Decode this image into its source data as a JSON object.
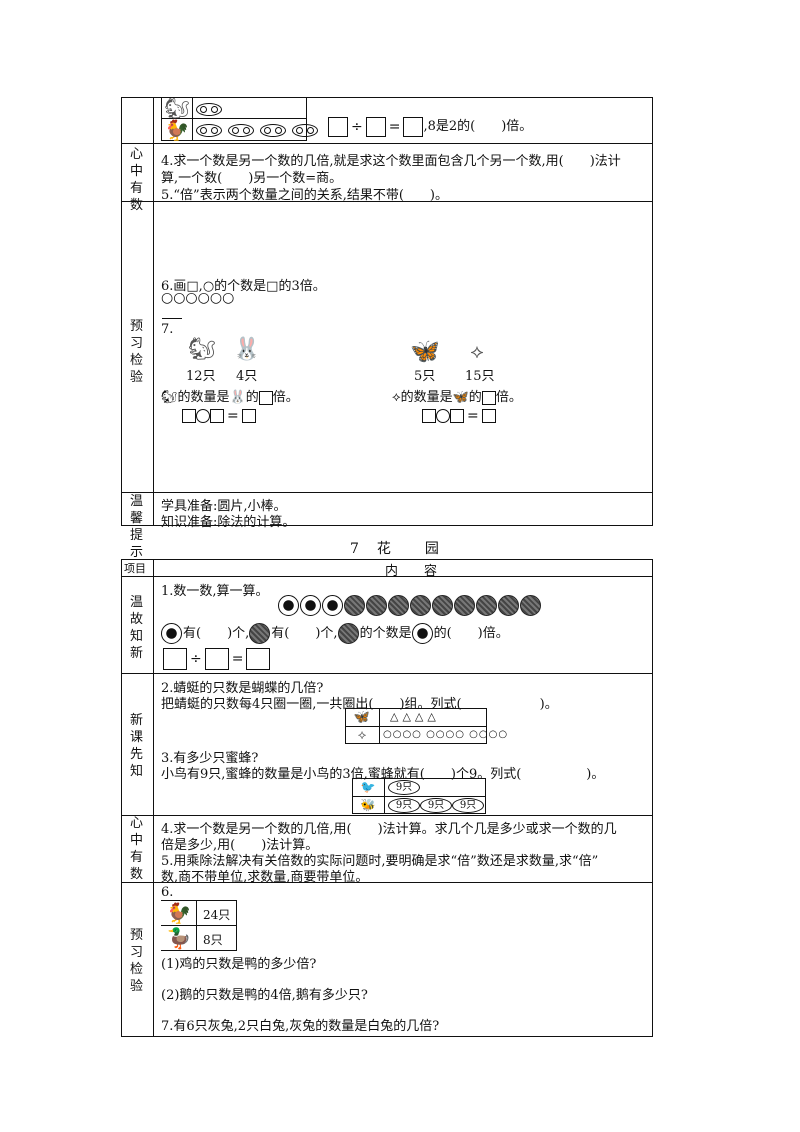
{
  "top_table": {
    "eq_row": {
      "tail_text": ",8是2的(　　)倍。"
    },
    "heart": {
      "label": "心中有数",
      "line1": "4.求一个数是另一个数的几倍,就是求这个数里面包含几个另一个数,用(　　)法计",
      "line2": "算,一个数(　　)另一个数=商。",
      "line3": "5.“倍”表示两个数量之间的关系,结果不带(　　)。"
    },
    "preview": {
      "label": "预习检验",
      "q6": "6.画□,○的个数是□的3倍。",
      "q6_circles": "○○○○○○",
      "q7": "7.",
      "count1": "12只",
      "count2": "4只",
      "count3": "5只",
      "count4": "15只",
      "phrase_a": "的数量是",
      "phrase_b": "的",
      "phrase_c": "倍。"
    },
    "tip": {
      "label": "温馨提示",
      "line1": "学具准备:圆片,小棒。",
      "line2": "知识准备:除法的计算。"
    }
  },
  "section_title": "7　花　　园",
  "bottom_table": {
    "header": {
      "col1": "项目",
      "col2": "内　　容"
    },
    "review": {
      "label": "温故知新",
      "q1": "1.数一数,算一算。",
      "soccer_count": 3,
      "basketball_count": 9,
      "fill_a": "有(　　)个,",
      "fill_b": "有(　　)个,",
      "fill_c": "的个数是",
      "fill_d": "的(　　)倍。"
    },
    "newlesson": {
      "label": "新课先知",
      "q2": "2.蜻蜓的只数是蝴蝶的几倍?",
      "q2_line": "把蜻蜓的只数每4只圈一圈,一共圈出(　　)组。列式(　　　　　　)。",
      "triangles": "△△△△",
      "rings": "○○○○ ○○○○ ○○○○",
      "q3": "3.有多少只蜜蜂?",
      "q3_line": "小鸟有9只,蜜蜂的数量是小鸟的3倍,蜜蜂就有(　　)个9。列式(　　　　　)。",
      "bee_label": "9只"
    },
    "heart": {
      "label": "心中有数",
      "line1": "4.求一个数是另一个数的几倍,用(　　)法计算。求几个几是多少或求一个数的几",
      "line2": "倍是多少,用(　　)法计算。",
      "line3": "5.用乘除法解决有关倍数的实际问题时,要明确是求“倍”数还是求数量,求“倍”",
      "line4": "数,商不带单位,求数量,商要带单位。"
    },
    "preview": {
      "label": "预习检验",
      "q6": "6.",
      "rooster_count": "24只",
      "duck_count": "8只",
      "q6_1": "(1)鸡的只数是鸭的多少倍?",
      "q6_2": "(2)鹅的只数是鸭的4倍,鹅有多少只?",
      "q7": "7.有6只灰兔,2只白兔,灰兔的数量是白兔的几倍?"
    }
  }
}
